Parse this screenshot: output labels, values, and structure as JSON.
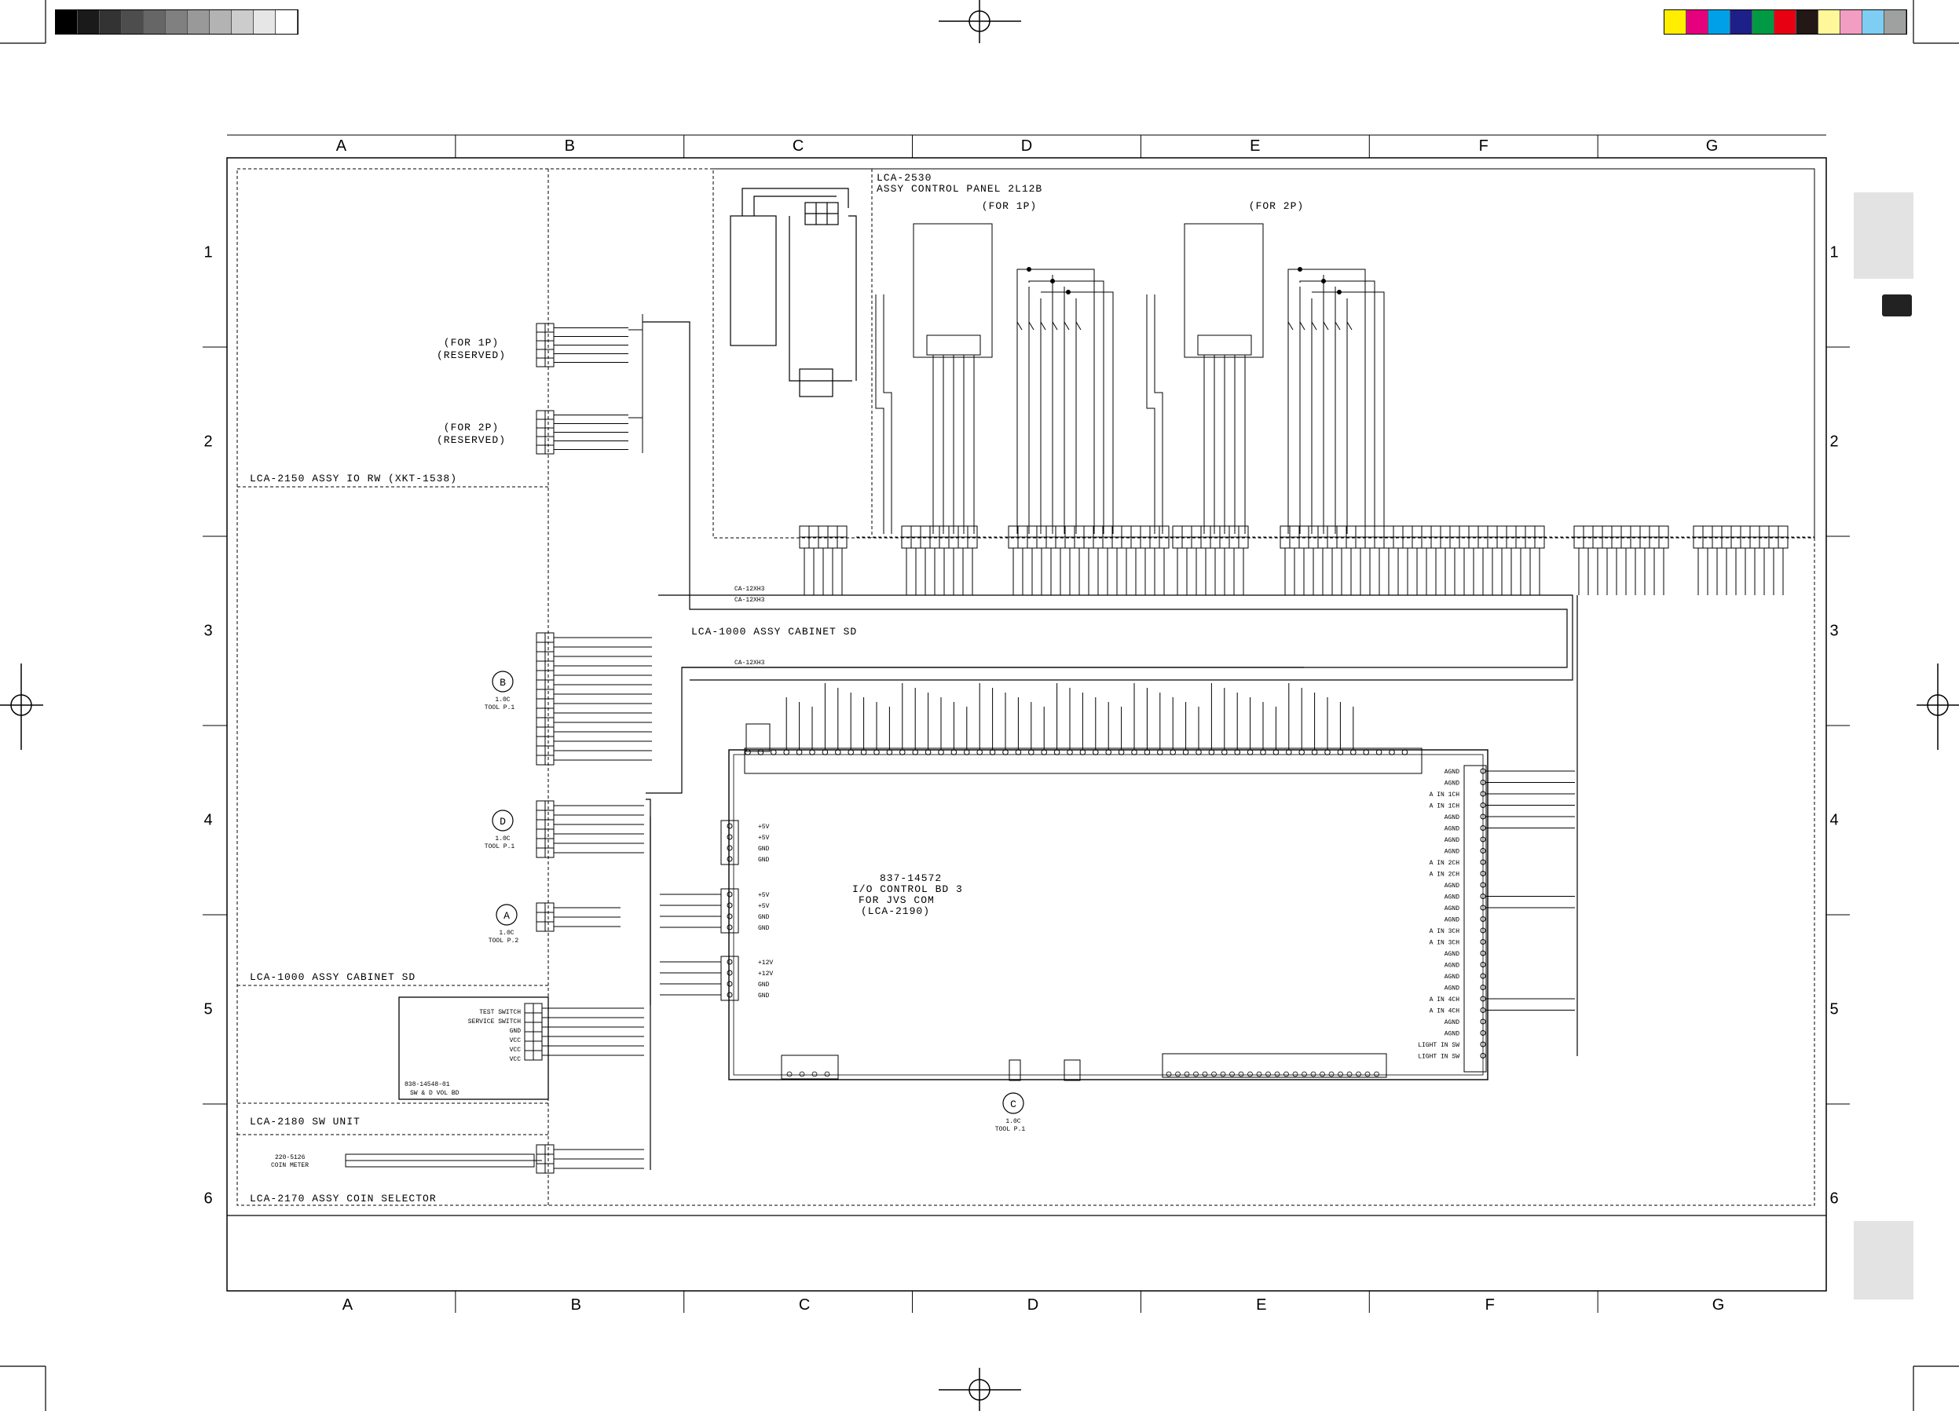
{
  "grid": {
    "columns": [
      "A",
      "B",
      "C",
      "D",
      "E",
      "F",
      "G"
    ],
    "rows": [
      "1",
      "2",
      "3",
      "4",
      "5",
      "6"
    ]
  },
  "calibration": {
    "gray_patches": [
      "#000000",
      "#1a1a1a",
      "#333333",
      "#4d4d4d",
      "#666666",
      "#808080",
      "#999999",
      "#b3b3b3",
      "#cccccc",
      "#e6e6e6",
      "#ffffff"
    ],
    "color_patches": [
      "#ffee00",
      "#e6007e",
      "#00a0e9",
      "#1d2088",
      "#009944",
      "#e60012",
      "#231815",
      "#fff799",
      "#f19ec2",
      "#7ecef4",
      "#9fa0a0"
    ]
  },
  "blocks": {
    "io_rw": "LCA-2150  ASSY IO RW (XKT-1538)",
    "control_panel": "LCA-2530\nASSY CONTROL PANEL 2L12B",
    "for_1p": "(FOR 1P)",
    "for_2p": "(FOR 2P)",
    "cabinet_sd_top": "LCA-1000  ASSY CABINET SD",
    "cabinet_sd_left": "LCA-1000  ASSY CABINET SD",
    "sw_unit": "LCA-2180  SW UNIT",
    "coin_selector": "LCA-2170  ASSY COIN SELECTOR",
    "io_board": "837-14572\nI/O CONTROL BD 3\nFOR JVS COM\n(LCA-2190)",
    "sw_board": "838-14548-01\nSW & D VOL BD"
  },
  "labels": {
    "for_1p_reserved": "(FOR 1P)\n(RESERVED)",
    "for_2p_reserved": "(FOR 2P)\n(RESERVED)",
    "cable_1": "CA-12XH3",
    "cable_2": "CA-12XH3",
    "cable_3": "CA-12XH3",
    "coin_ref": "220-5126\nCOIN METER"
  },
  "circle_refs": [
    {
      "letter": "B",
      "note": "1.0C\nTOOL P.1"
    },
    {
      "letter": "D",
      "note": "1.0C\nTOOL P.1"
    },
    {
      "letter": "A",
      "note": "1.0C\nTOOL P.2"
    },
    {
      "letter": "C",
      "note": "1.0C\nTOOL P.1"
    }
  ],
  "sw_board_pins": [
    "TEST SWITCH",
    "SERVICE SWITCH",
    "GND",
    "VCC",
    "VCC",
    "VCC"
  ],
  "io_right_pins": [
    "AGND",
    "AGND",
    "A IN 1CH",
    "A IN 1CH",
    "AGND",
    "AGND",
    "AGND",
    "AGND",
    "A IN 2CH",
    "A IN 2CH",
    "AGND",
    "AGND",
    "AGND",
    "AGND",
    "A IN 3CH",
    "A IN 3CH",
    "AGND",
    "AGND",
    "AGND",
    "AGND",
    "A IN 4CH",
    "A IN 4CH",
    "AGND",
    "AGND",
    "LIGHT IN SW",
    "LIGHT IN SW"
  ],
  "io_left_pins": [
    "+5V",
    "+5V",
    "GND",
    "GND",
    "+5V",
    "+5V",
    "GND",
    "GND",
    "+12V",
    "+12V",
    "GND",
    "GND"
  ]
}
